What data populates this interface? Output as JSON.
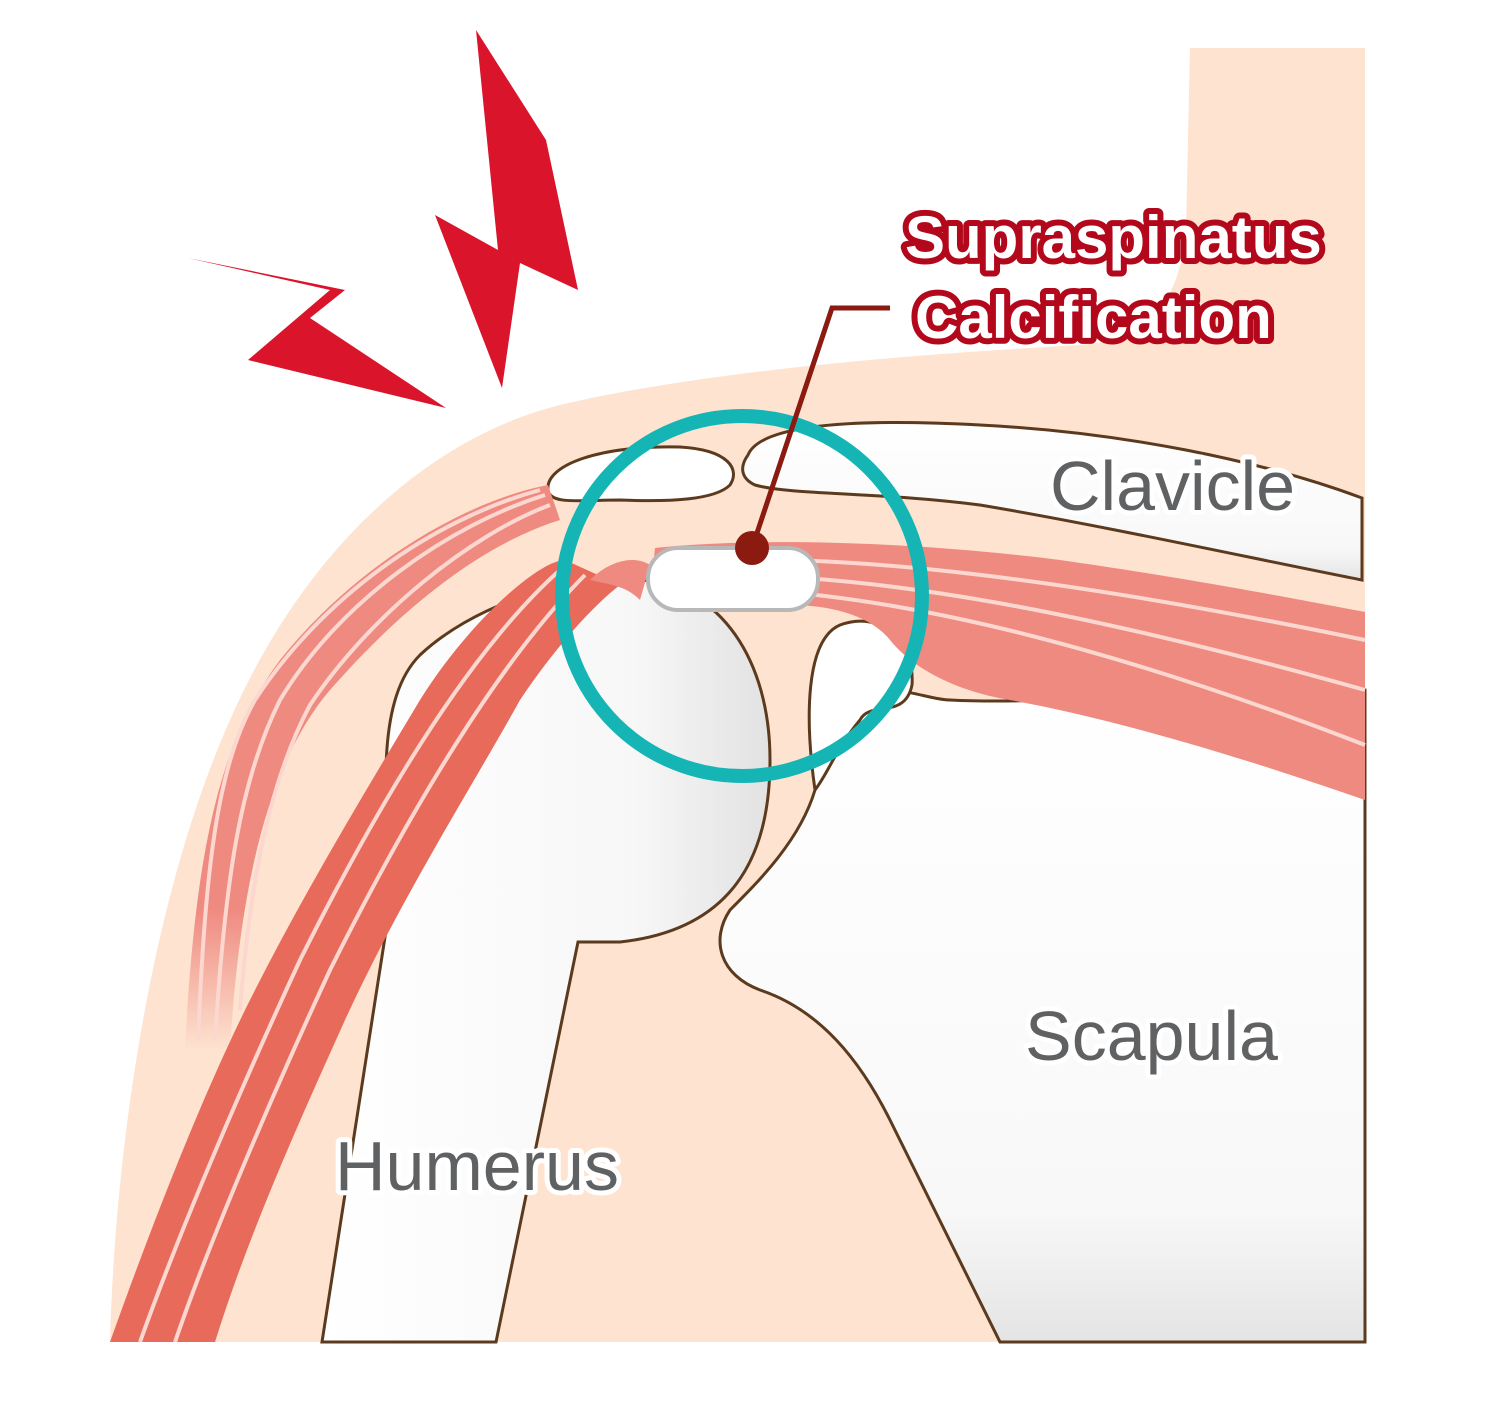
{
  "labels": {
    "clavicle": "Clavicle",
    "scapula": "Scapula",
    "humerus": "Humerus",
    "callout_line1": "Supraspinatus",
    "callout_line2": "Calcification"
  },
  "icons": {
    "pain_bolt": "lightning-bolt-icon",
    "focus_ring": "circle-highlight"
  },
  "colors": {
    "skin": "#fde3d0",
    "bone": "#ffffff",
    "bone_shadow": "#e6e6e6",
    "outline": "#5c3a1e",
    "muscle": "#ef8a80",
    "muscle_dark": "#e86a5a",
    "fiber": "#fbd7cf",
    "bolt": "#d9142b",
    "ring": "#16b5b5",
    "callout": "#8b1a10",
    "label_gray": "#5f6163"
  }
}
